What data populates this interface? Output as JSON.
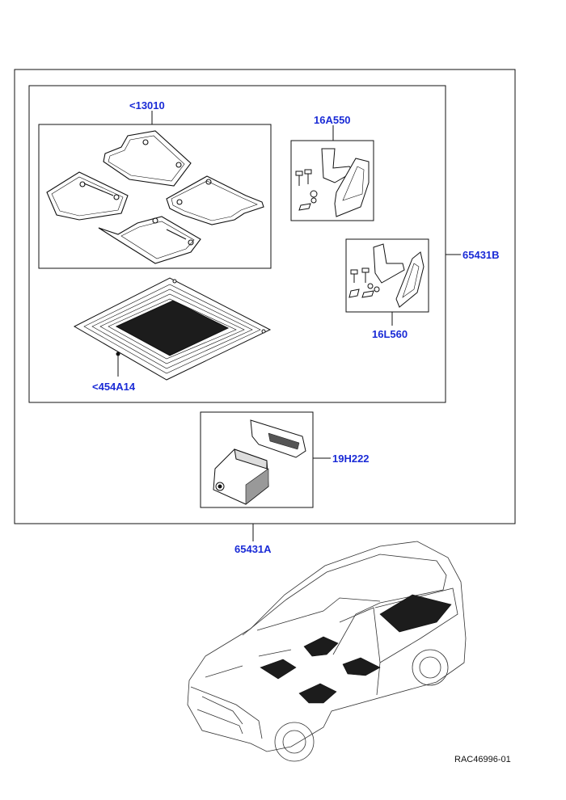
{
  "callouts": {
    "floor_mats": "<13010",
    "mudflaps_front": "16A550",
    "mudflaps_rear": "16L560",
    "kit": "65431B",
    "load_liner": "<454A14",
    "device": "19H222",
    "assembly": "65431A"
  },
  "reference": "RAC46996-01",
  "colors": {
    "callout": "#1a2bd6",
    "line": "#111111",
    "fill_dark": "#1c1c1c"
  }
}
